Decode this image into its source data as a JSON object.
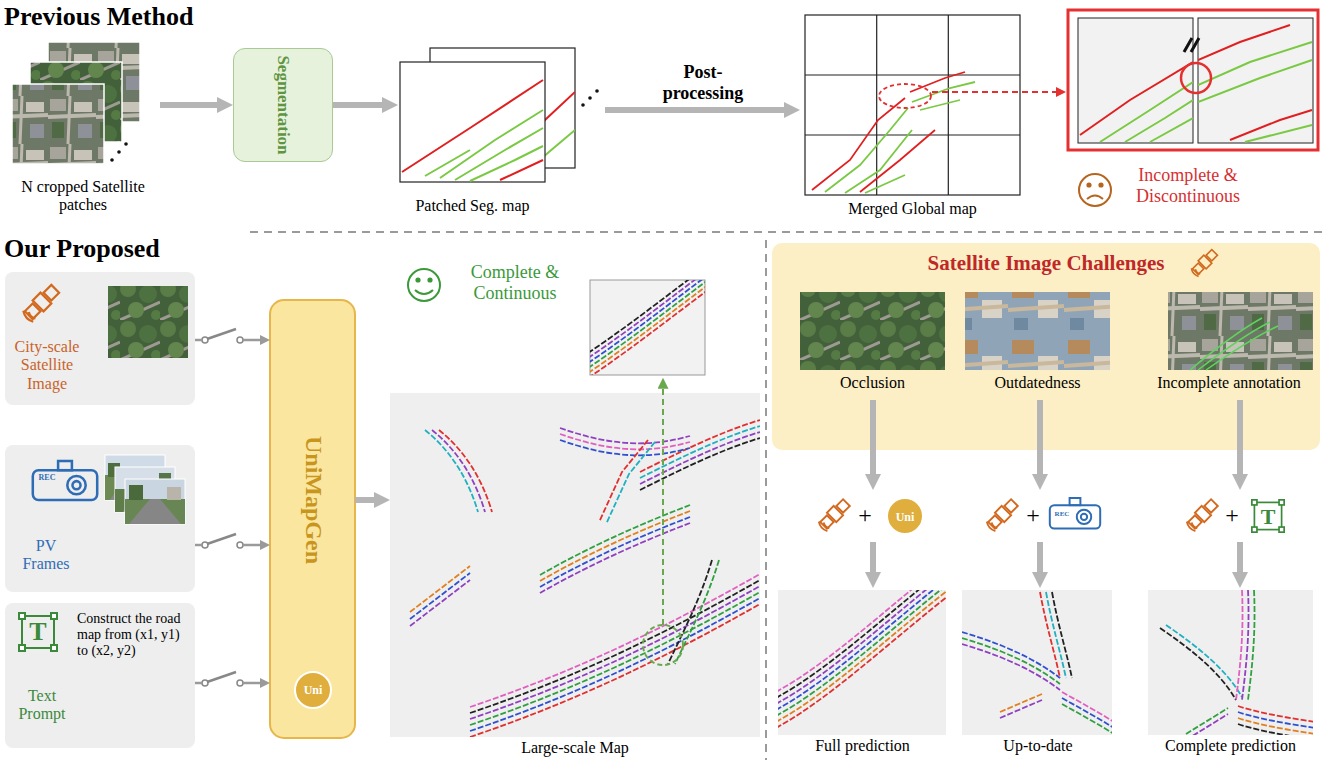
{
  "diagram": {
    "nodes": [
      {
        "text": [
          "N cropped Satellite patches"
        ]
      },
      {
        "text": [
          "Segmentation"
        ]
      },
      {
        "text": [
          "Patched Seg. map"
        ]
      },
      {
        "text": [
          "Merged Global map"
        ]
      },
      {
        "text": [
          "City-scale Satellite Image"
        ]
      },
      {
        "text": [
          "REC",
          "PV Frames"
        ]
      },
      {
        "text": [
          "T",
          "Text Prompt",
          "Construct the road map from (x1, y1) to (x2, y2)"
        ]
      },
      {
        "text": [
          "UniMapGen",
          "Uni"
        ]
      },
      {
        "text": [
          "Large-scale Map"
        ]
      },
      {
        "text": [
          "Satellite Image Challenges"
        ]
      },
      {
        "text": [
          "Occlusion"
        ],
        "in": 9
      },
      {
        "text": [
          "Outdatedness"
        ],
        "in": 9
      },
      {
        "text": [
          "Incomplete annotation"
        ],
        "in": 9
      },
      {
        "text": [
          "+",
          "Uni"
        ]
      },
      {
        "text": [
          "+",
          "REC"
        ]
      },
      {
        "text": [
          "+",
          "T"
        ]
      },
      {
        "text": [
          "Full prediction"
        ]
      },
      {
        "text": [
          "Up-to-date"
        ]
      },
      {
        "text": [
          "Complete prediction"
        ]
      }
    ],
    "edges": [
      {
        "from": 0,
        "to": 1,
        "arrow": "to"
      },
      {
        "from": 1,
        "to": 2,
        "arrow": "to"
      },
      {
        "from": 2,
        "to": 3,
        "label": "Post-processing",
        "arrow": "to"
      },
      {
        "from": 4,
        "to": 7,
        "arrow": "to"
      },
      {
        "from": 5,
        "to": 7,
        "arrow": "to"
      },
      {
        "from": 6,
        "to": 7,
        "arrow": "to"
      },
      {
        "from": 7,
        "to": 8,
        "arrow": "to"
      },
      {
        "from": 10,
        "to": 13,
        "arrow": "to"
      },
      {
        "from": 13,
        "to": 16,
        "arrow": "to"
      },
      {
        "from": 11,
        "to": 14,
        "arrow": "to"
      },
      {
        "from": 14,
        "to": 17,
        "arrow": "to"
      },
      {
        "from": 12,
        "to": 15,
        "arrow": "to"
      },
      {
        "from": 15,
        "to": 18,
        "arrow": "to"
      }
    ],
    "labels": [
      "Previous Method",
      "Incomplete & Discontinuous",
      "Our Proposed",
      "Complete & Continuous"
    ]
  }
}
